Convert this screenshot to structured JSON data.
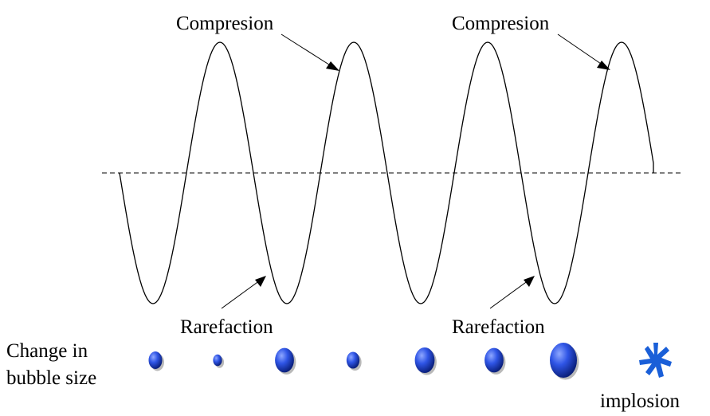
{
  "labels": {
    "compression_left": "Compresion",
    "compression_right": "Compresion",
    "rarefaction_left": "Rarefaction",
    "rarefaction_right": "Rarefaction",
    "bubble_label_line1": "Change in",
    "bubble_label_line2": "bubble size",
    "implosion": "implosion"
  },
  "bubbles": {
    "relative_sizes": [
      0.5,
      0.33,
      0.7,
      0.48,
      0.73,
      0.7,
      1.0
    ],
    "color": "#1b3fd1",
    "highlight_color": "#7f9bff",
    "shadow_color": "#8a8a8a"
  },
  "implosion_icon": "splash-icon",
  "colors": {
    "wave": "#000000",
    "baseline": "#000000",
    "implosion": "#1a5fd8"
  }
}
